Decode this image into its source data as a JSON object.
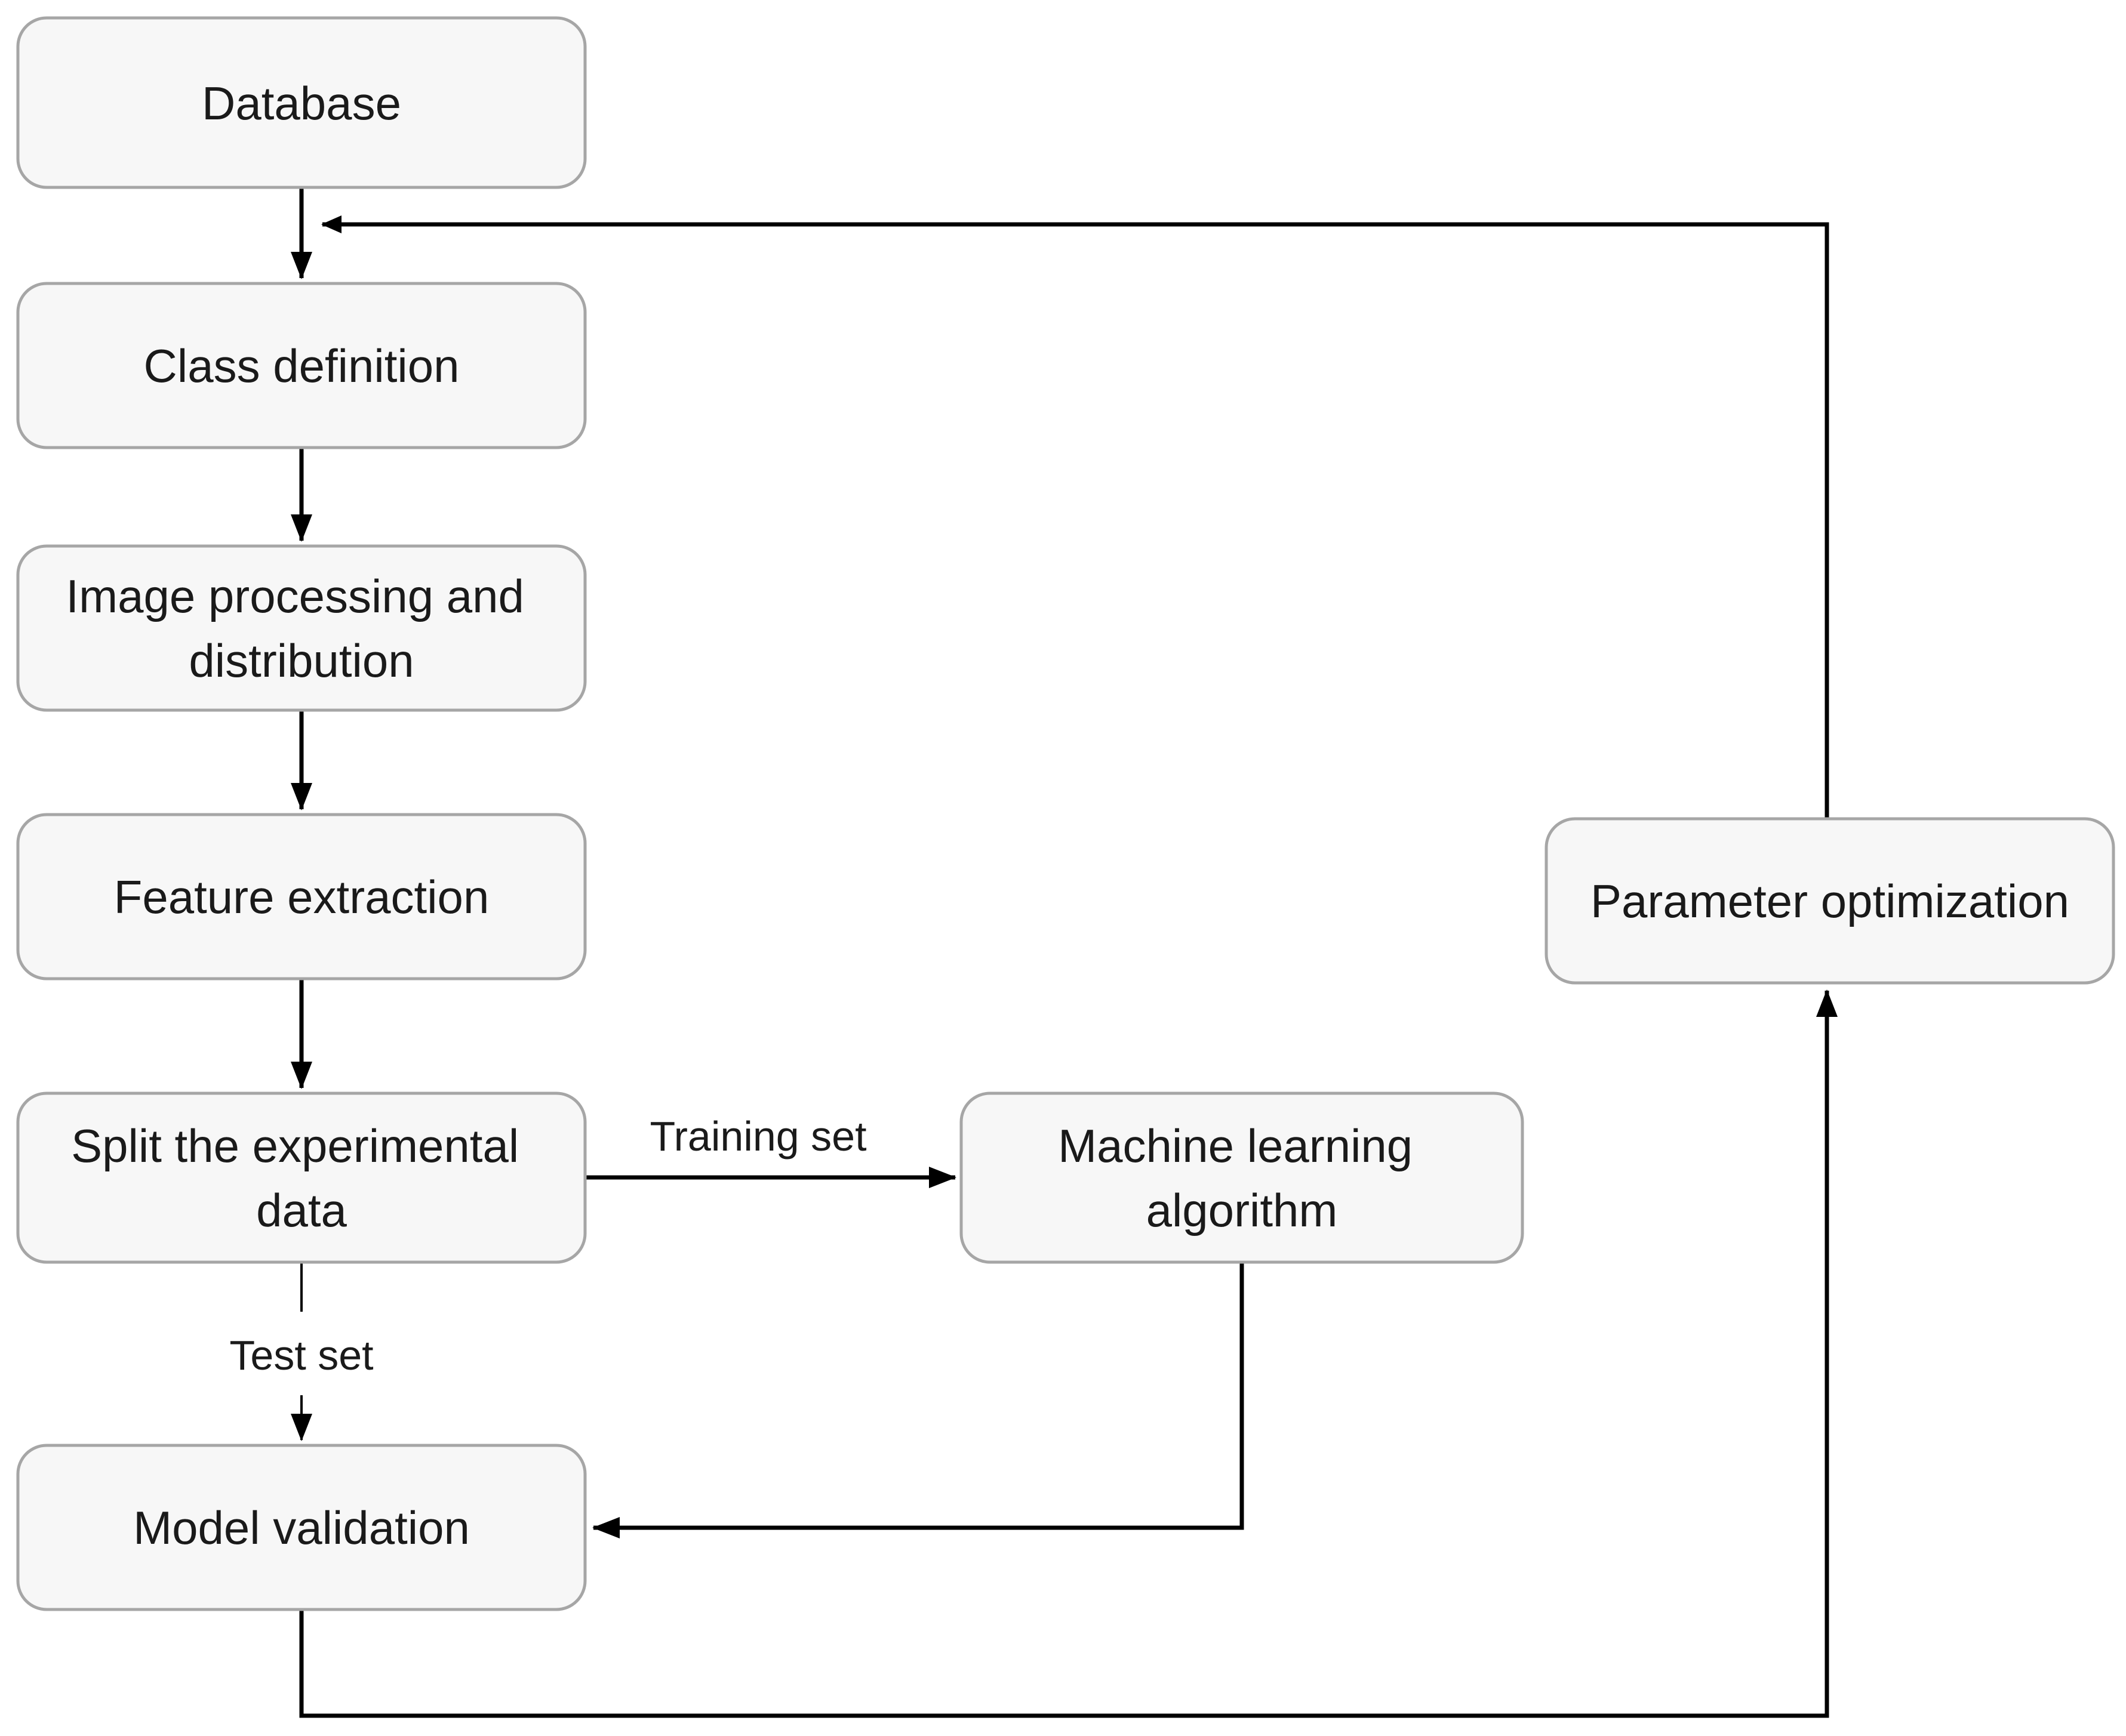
{
  "diagram": {
    "type": "flowchart",
    "description": "Machine learning workflow flowchart with feedback loop",
    "nodes": {
      "database": {
        "label": "Database",
        "lines": [
          "Database"
        ]
      },
      "class_definition": {
        "label": "Class definition",
        "lines": [
          "Class definition"
        ]
      },
      "image_processing": {
        "label": "Image processing and distribution",
        "lines": [
          "Image processing and",
          "distribution"
        ]
      },
      "feature_extraction": {
        "label": "Feature extraction",
        "lines": [
          "Feature extraction"
        ]
      },
      "split_data": {
        "label": "Split the experimental data",
        "lines": [
          "Split the experimental",
          "data"
        ]
      },
      "model_validation": {
        "label": "Model validation",
        "lines": [
          "Model validation"
        ]
      },
      "ml_algorithm": {
        "label": "Machine learning algorithm",
        "lines": [
          "Machine learning",
          "algorithm"
        ]
      },
      "parameter_optimization": {
        "label": "Parameter optimization",
        "lines": [
          "Parameter optimization"
        ]
      }
    },
    "edge_labels": {
      "training_set": "Training set",
      "test_set": "Test set"
    },
    "edges": [
      "Database -> Class definition",
      "Class definition -> Image processing and distribution",
      "Image processing and distribution -> Feature extraction",
      "Feature extraction -> Split the experimental data",
      "Split the experimental data -> Machine learning algorithm (Training set)",
      "Split the experimental data -> Model validation (Test set)",
      "Machine learning algorithm -> Model validation",
      "Model validation -> Parameter optimization",
      "Parameter optimization -> Class definition input (feedback)"
    ]
  },
  "colors": {
    "background": "#ffffff",
    "node_fill": "#f7f7f7",
    "node_border": "#a6a6a6",
    "connector": "#000000",
    "text": "#1a1a1a"
  }
}
